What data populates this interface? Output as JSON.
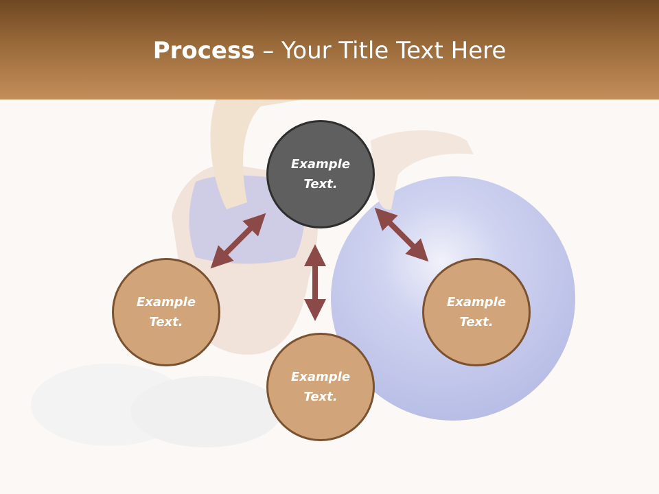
{
  "slide": {
    "title_bold": "Process",
    "title_rest": " – Your Title Text Here"
  },
  "colors": {
    "header_top": "#6e4721",
    "header_bottom": "#c48e5a",
    "node_fill": "#d1a47a",
    "node_border": "#7a5230",
    "center_fill": "#5f5f5f",
    "arrow": "#8b4a48"
  },
  "nodes": {
    "top": {
      "label": "Example\nText."
    },
    "left": {
      "label": "Example\nText."
    },
    "bottom": {
      "label": "Example\nText."
    },
    "right": {
      "label": "Example\nText."
    }
  },
  "icons": {
    "arrows": [
      "double-arrow-diagonal-left",
      "double-arrow-vertical",
      "double-arrow-diagonal-right"
    ]
  }
}
